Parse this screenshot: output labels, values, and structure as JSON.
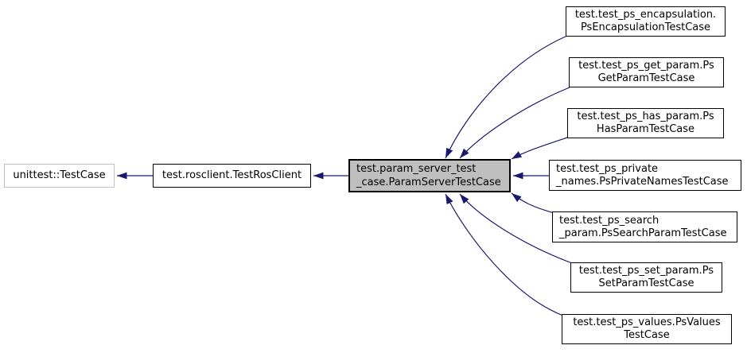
{
  "diagram": {
    "type": "inheritance-graph",
    "colors": {
      "edge": "#191970",
      "node_border": "#000000",
      "node_fill": "#ffffff",
      "current_fill": "#bfbfbf",
      "external_border": "#bfbfbf",
      "text": "#000000",
      "background": "#ffffff"
    },
    "nodes": [
      {
        "id": "unittest::TestCase",
        "role": "external",
        "lines": [
          "unittest::TestCase"
        ]
      },
      {
        "id": "test.rosclient.TestRosClient",
        "role": "class",
        "lines": [
          "test.rosclient.TestRosClient"
        ]
      },
      {
        "id": "test.param_server_test_case.ParamServerTestCase",
        "role": "current",
        "lines": [
          "test.param_server_test",
          "_case.ParamServerTestCase"
        ]
      },
      {
        "id": "test.test_ps_encapsulation.PsEncapsulationTestCase",
        "role": "class",
        "lines": [
          "test.test_ps_encapsulation.",
          "PsEncapsulationTestCase"
        ]
      },
      {
        "id": "test.test_ps_get_param.PsGetParamTestCase",
        "role": "class",
        "lines": [
          "test.test_ps_get_param.Ps",
          "GetParamTestCase"
        ]
      },
      {
        "id": "test.test_ps_has_param.PsHasParamTestCase",
        "role": "class",
        "lines": [
          "test.test_ps_has_param.Ps",
          "HasParamTestCase"
        ]
      },
      {
        "id": "test.test_ps_private_names.PsPrivateNamesTestCase",
        "role": "class",
        "lines": [
          "test.test_ps_private",
          "_names.PsPrivateNamesTestCase"
        ]
      },
      {
        "id": "test.test_ps_search_param.PsSearchParamTestCase",
        "role": "class",
        "lines": [
          "test.test_ps_search",
          "_param.PsSearchParamTestCase"
        ]
      },
      {
        "id": "test.test_ps_set_param.PsSetParamTestCase",
        "role": "class",
        "lines": [
          "test.test_ps_set_param.Ps",
          "SetParamTestCase"
        ]
      },
      {
        "id": "test.test_ps_values.PsValuesTestCase",
        "role": "class",
        "lines": [
          "test.test_ps_values.PsValues",
          "TestCase"
        ]
      }
    ],
    "edges": [
      {
        "from": "test.rosclient.TestRosClient",
        "to": "unittest::TestCase"
      },
      {
        "from": "test.param_server_test_case.ParamServerTestCase",
        "to": "test.rosclient.TestRosClient"
      },
      {
        "from": "test.test_ps_encapsulation.PsEncapsulationTestCase",
        "to": "test.param_server_test_case.ParamServerTestCase"
      },
      {
        "from": "test.test_ps_get_param.PsGetParamTestCase",
        "to": "test.param_server_test_case.ParamServerTestCase"
      },
      {
        "from": "test.test_ps_has_param.PsHasParamTestCase",
        "to": "test.param_server_test_case.ParamServerTestCase"
      },
      {
        "from": "test.test_ps_private_names.PsPrivateNamesTestCase",
        "to": "test.param_server_test_case.ParamServerTestCase"
      },
      {
        "from": "test.test_ps_search_param.PsSearchParamTestCase",
        "to": "test.param_server_test_case.ParamServerTestCase"
      },
      {
        "from": "test.test_ps_set_param.PsSetParamTestCase",
        "to": "test.param_server_test_case.ParamServerTestCase"
      },
      {
        "from": "test.test_ps_values.PsValuesTestCase",
        "to": "test.param_server_test_case.ParamServerTestCase"
      }
    ]
  }
}
